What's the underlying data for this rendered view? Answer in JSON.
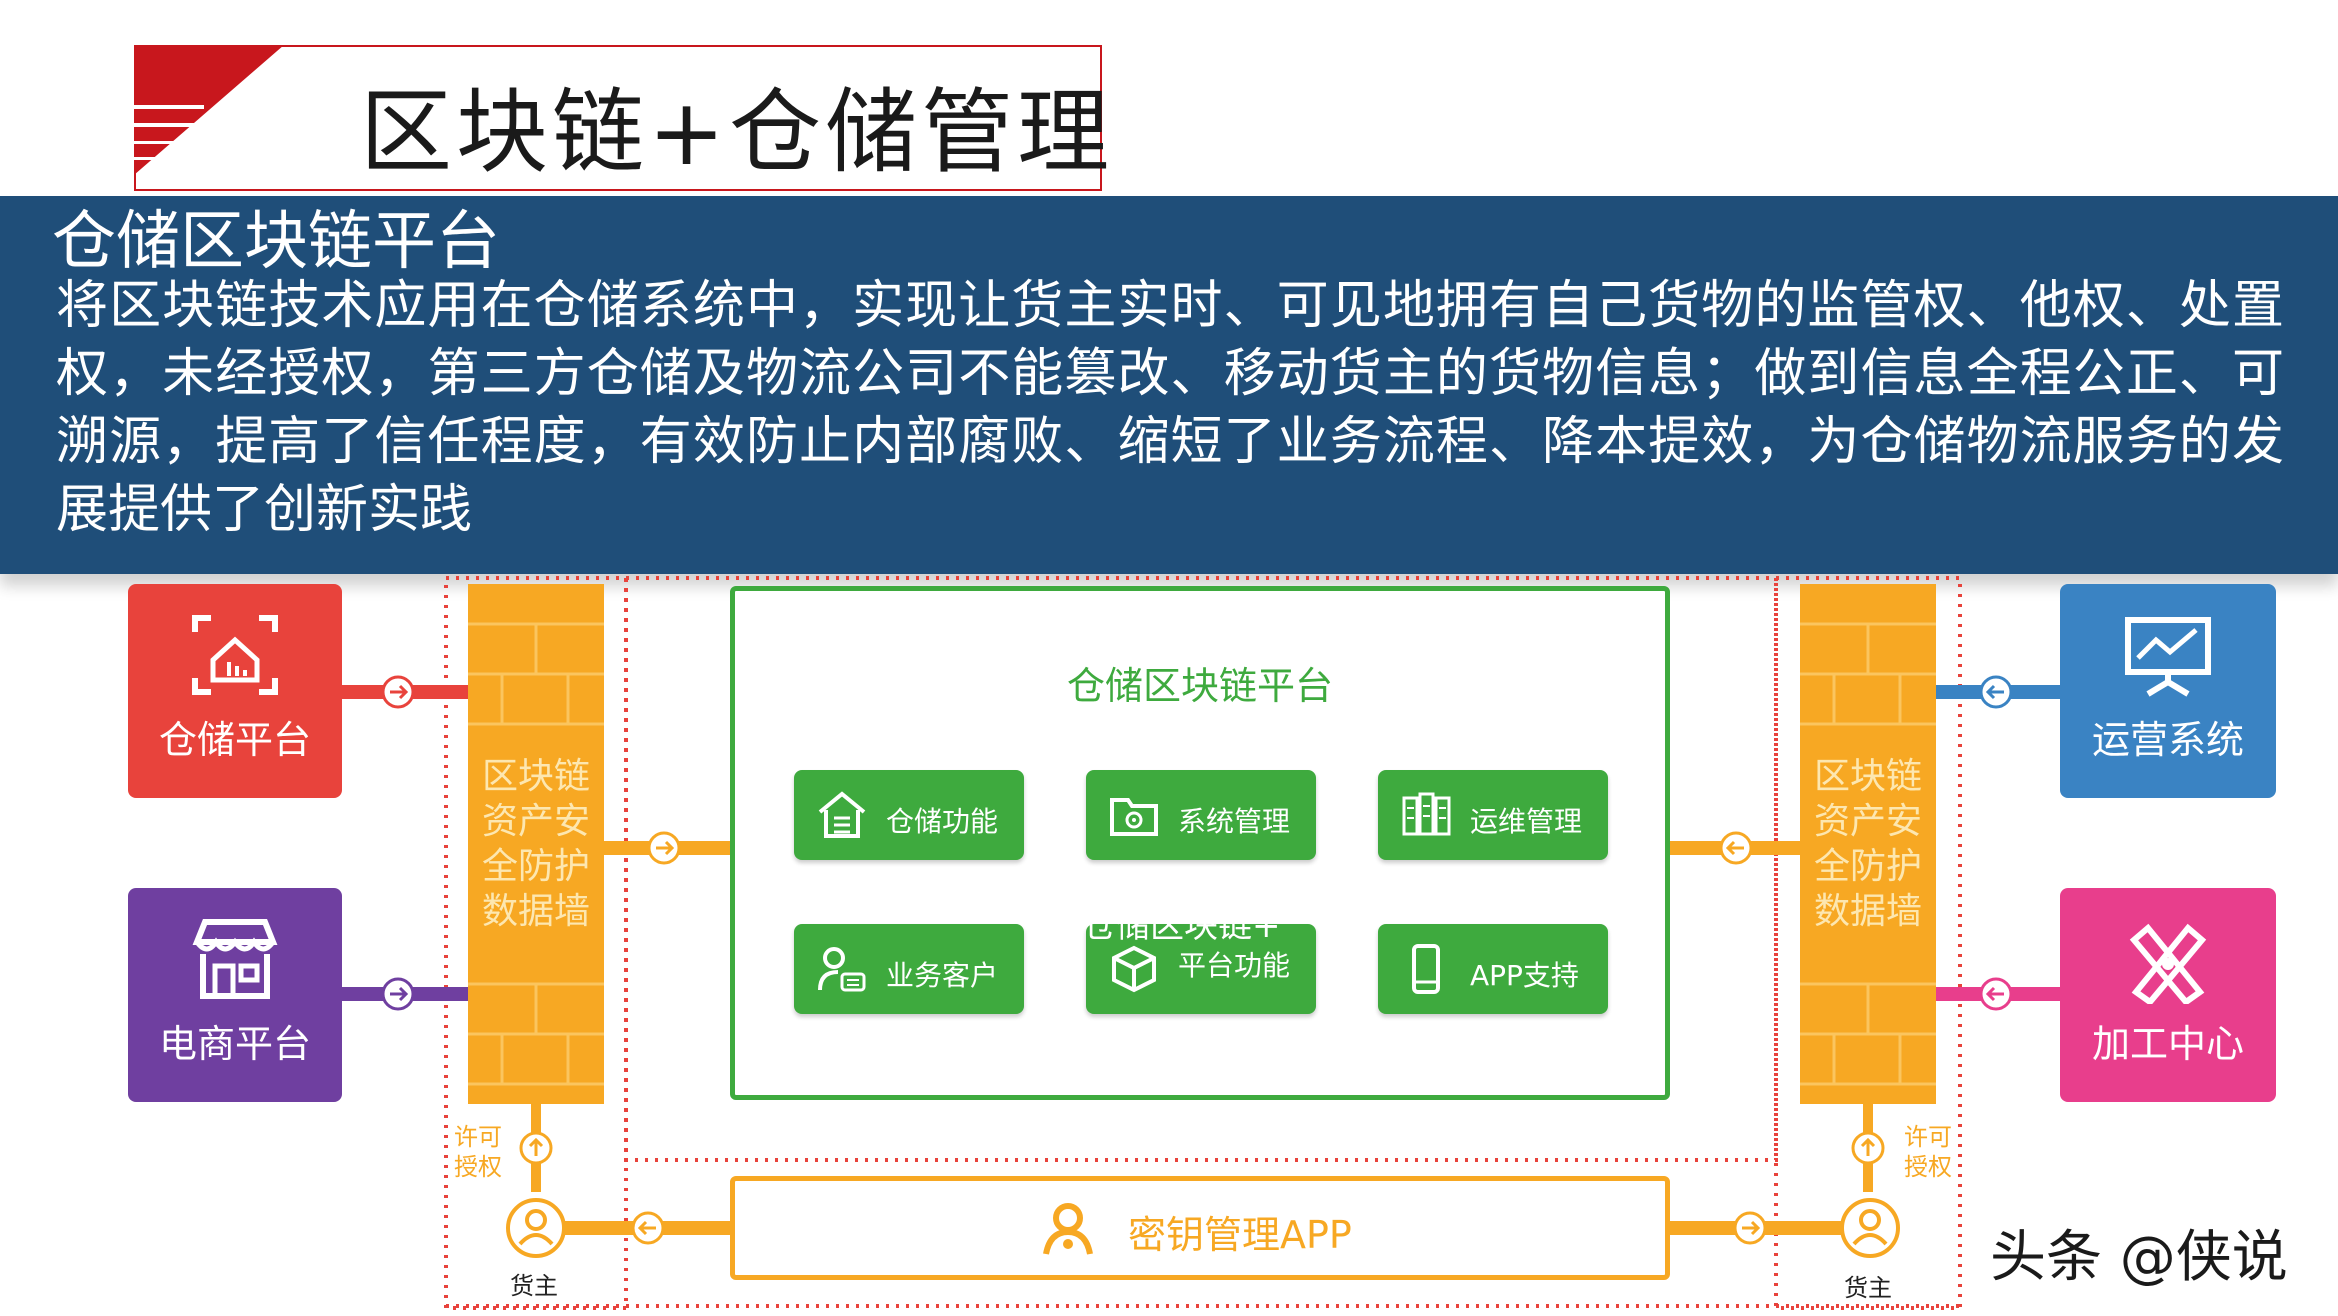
{
  "title": "区块链+仓储管理",
  "description": {
    "heading": "仓储区块链平台",
    "body": "将区块链技术应用在仓储系统中，实现让货主实时、可见地拥有自己货物的监管权、他权、处置权，未经授权，第三方仓储及物流公司不能篡改、移动货主的货物信息；做到信息全程公正、可溯源，提高了信任程度，有效防止内部腐败、缩短了业务流程、降本提效，为仓储物流服务的发展提供了创新实践"
  },
  "diagram": {
    "left_boxes": [
      {
        "label": "仓储平台",
        "icon": "warehouse-scan-icon",
        "color": "#e8433c"
      },
      {
        "label": "电商平台",
        "icon": "storefront-icon",
        "color": "#6f3fa0"
      }
    ],
    "right_boxes": [
      {
        "label": "运营系统",
        "icon": "monitor-chart-icon",
        "color": "#3a83c3"
      },
      {
        "label": "加工中心",
        "icon": "tools-icon",
        "color": "#e83e8c"
      }
    ],
    "firewall_label": "区块链资产安全防护数据墙",
    "firewall_lines": [
      "区块链",
      "资产安",
      "全防护",
      "数据墙"
    ],
    "platform": {
      "title": "仓储区块链平台",
      "modules": [
        {
          "label": "仓储功能",
          "icon": "house-list-icon"
        },
        {
          "label": "系统管理",
          "icon": "folder-gear-icon"
        },
        {
          "label": "运维管理",
          "icon": "server-rack-icon"
        },
        {
          "label": "业务客户",
          "icon": "user-card-icon"
        },
        {
          "label": "平台功能",
          "icon": "cube-icon"
        },
        {
          "label": "APP支持",
          "icon": "phone-icon"
        }
      ]
    },
    "overlay_text": "仓储区块链+",
    "permission_label": [
      "许可",
      "授权"
    ],
    "owner_label": "货主",
    "key_app": "密钥管理APP",
    "colors": {
      "orange": "#f7a823",
      "green": "#3eaa3e",
      "red": "#e8433c",
      "navy": "#1f4e79"
    }
  },
  "watermark": "头条 @侠说"
}
